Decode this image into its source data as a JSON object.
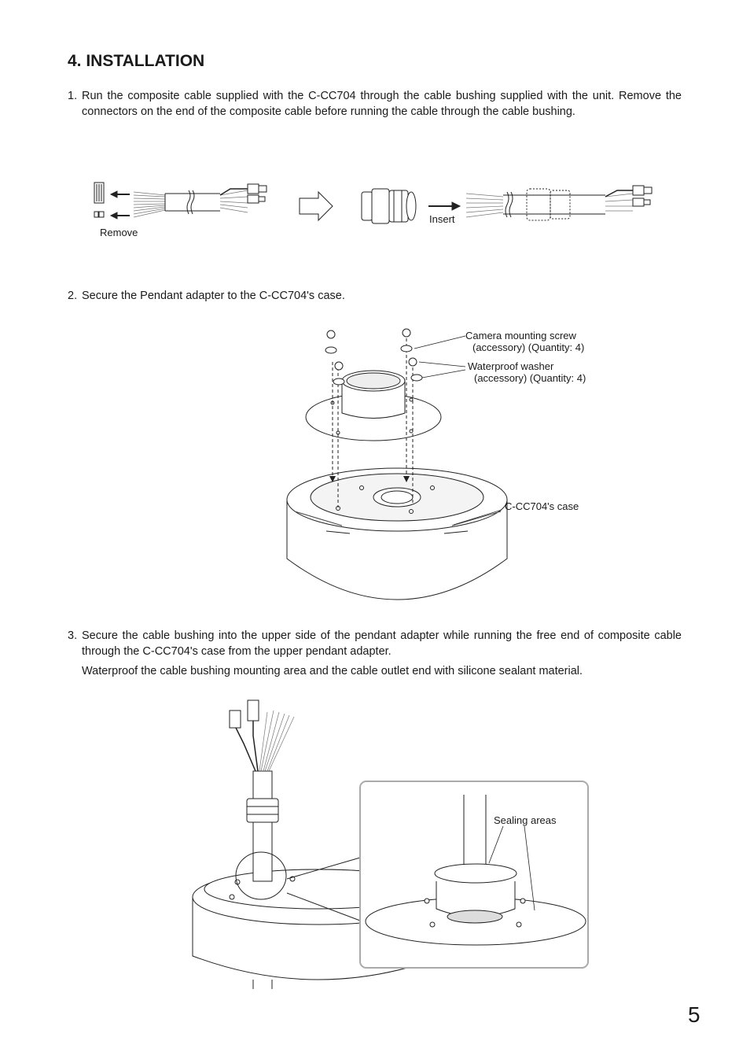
{
  "heading": "4. INSTALLATION",
  "steps": [
    {
      "number": "1.",
      "text": "Run the composite cable supplied with the C-CC704 through the cable bushing supplied with the unit. Remove the connectors on the end of the composite cable before running the cable through the cable bushing."
    },
    {
      "number": "2.",
      "text": "Secure the Pendant adapter to the C-CC704's case."
    },
    {
      "number": "3.",
      "text": "Secure the cable bushing into the upper side of the pendant adapter while running the free end of composite cable through the C-CC704's case from the upper pendant adapter.",
      "text2": "Waterproof the cable bushing mounting area and the cable outlet end with silicone sealant material."
    }
  ],
  "figure1": {
    "remove_label": "Remove",
    "insert_label": "Insert"
  },
  "figure2": {
    "screw_label_1": "Camera mounting screw",
    "screw_label_2": "(accessory) (Quantity: 4)",
    "washer_label_1": "Waterproof washer",
    "washer_label_2": "(accessory) (Quantity: 4)",
    "case_label": "C-CC704's case"
  },
  "figure3": {
    "sealing_label": "Sealing areas"
  },
  "page_number": "5"
}
